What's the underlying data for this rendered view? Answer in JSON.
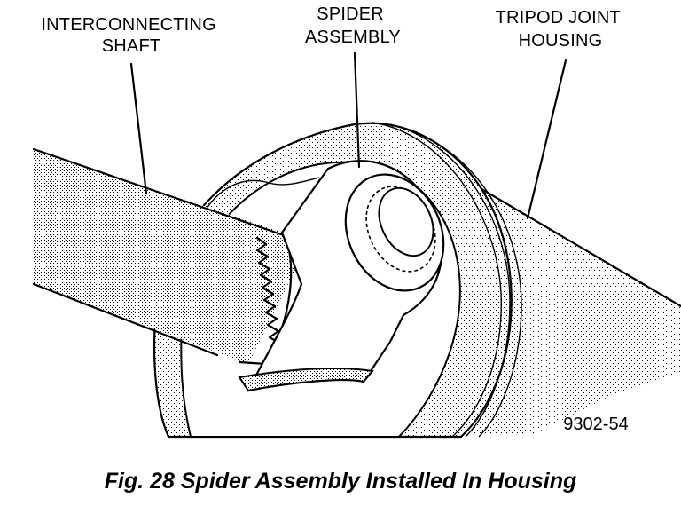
{
  "labels": {
    "interconnecting_shaft": [
      "INTERCONNECTING",
      "SHAFT"
    ],
    "spider_assembly": [
      "SPIDER",
      "ASSEMBLY"
    ],
    "tripod_joint_housing": [
      "TRIPOD JOINT",
      "HOUSING"
    ]
  },
  "figure_number": "9302-54",
  "caption": "Fig. 28 Spider Assembly Installed In Housing",
  "colors": {
    "ink": "#000000",
    "paper": "#ffffff"
  }
}
